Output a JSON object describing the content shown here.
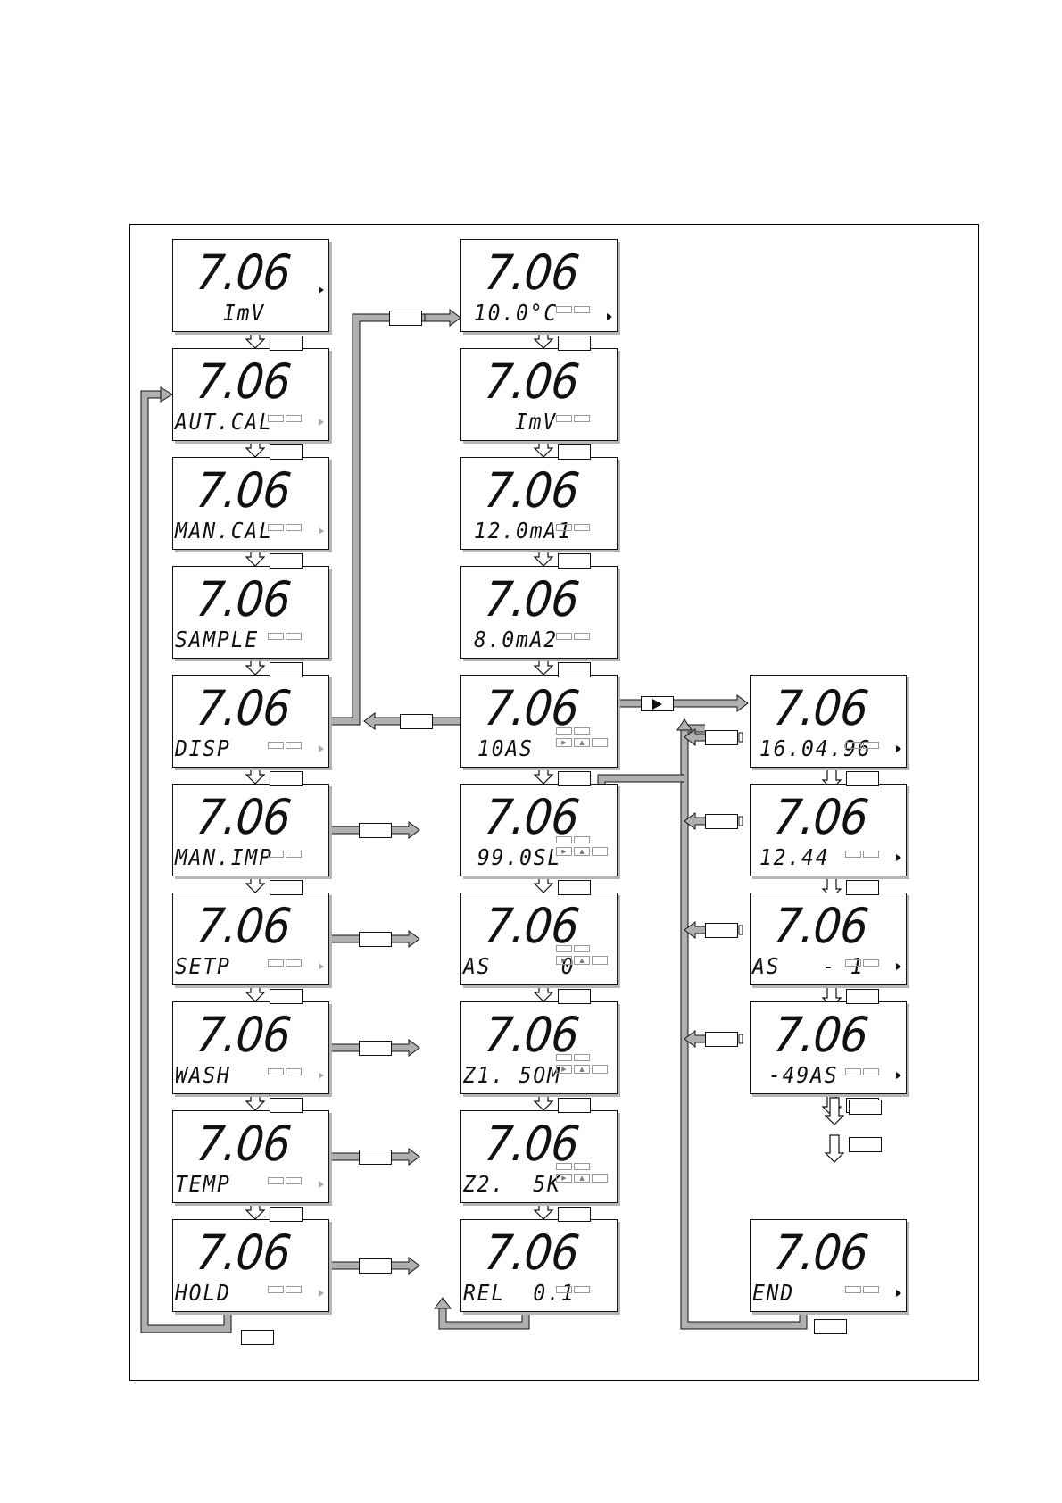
{
  "main_value": "7.06",
  "col_left": [
    {
      "sub": "ImV",
      "boxes": false,
      "arrow": "black"
    },
    {
      "sub": "AUT.CAL",
      "boxes": true,
      "arrow": "gray"
    },
    {
      "sub": "MAN.CAL",
      "boxes": true,
      "arrow": "gray"
    },
    {
      "sub": "SAMPLE",
      "boxes": true,
      "arrow": "none"
    },
    {
      "sub": "DISP",
      "boxes": true,
      "arrow": "gray"
    },
    {
      "sub": "MAN.IMP",
      "boxes": true,
      "arrow": "none"
    },
    {
      "sub": "SETP",
      "boxes": true,
      "arrow": "gray"
    },
    {
      "sub": "WASH",
      "boxes": true,
      "arrow": "gray"
    },
    {
      "sub": "TEMP",
      "boxes": true,
      "arrow": "gray"
    },
    {
      "sub": "HOLD",
      "boxes": true,
      "arrow": "gray"
    }
  ],
  "col_mid": [
    {
      "sub": "10.0°C",
      "boxes": true,
      "keys": false,
      "arrow": "black"
    },
    {
      "sub": "ImV",
      "boxes": true,
      "keys": false,
      "arrow": "none"
    },
    {
      "sub": "12.0mA1",
      "boxes": true,
      "keys": false,
      "arrow": "none"
    },
    {
      "sub": "8.0mA2",
      "boxes": true,
      "keys": false,
      "arrow": "none"
    },
    {
      "sub": "10AS",
      "boxes": true,
      "keys": true,
      "arrow": "none"
    },
    {
      "sub": "99.0SL",
      "boxes": true,
      "keys": true,
      "arrow": "none"
    },
    {
      "sub": "AS     0",
      "boxes": true,
      "keys": true,
      "arrow": "none"
    },
    {
      "sub": "Z1. 5OM",
      "boxes": true,
      "keys": true,
      "arrow": "none"
    },
    {
      "sub": "Z2.  5K",
      "boxes": true,
      "keys": true,
      "arrow": "none"
    },
    {
      "sub": "REL  0.1",
      "boxes": true,
      "keys": false,
      "arrow": "none"
    }
  ],
  "col_right": [
    {
      "sub": "16.04.96",
      "boxes": true,
      "arrow": "black"
    },
    {
      "sub": "12.44",
      "boxes": true,
      "arrow": "black"
    },
    {
      "sub": "AS   - 1",
      "boxes": true,
      "arrow": "black"
    },
    {
      "sub": "-49AS",
      "boxes": true,
      "arrow": "black"
    },
    {
      "sub": "END",
      "boxes": true,
      "arrow": "black"
    }
  ],
  "colors": {
    "line": "#111111",
    "arrow_fill": "#b0b0b0",
    "shadow": "#b5b5b5"
  },
  "icons": {
    "key_right": "play-triangle-icon",
    "key_up": "up-triangle-icon"
  }
}
